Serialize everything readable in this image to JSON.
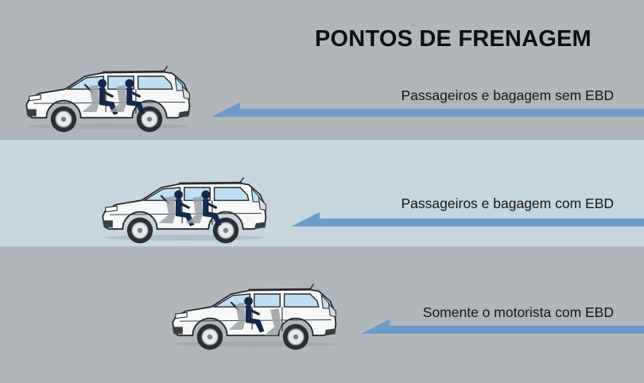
{
  "title": "PONTOS DE FRENAGEM",
  "colors": {
    "band_top": "#b1b6bb",
    "band_middle": "#c7d6dc",
    "band_bottom": "#b1b6bb",
    "arrow": "#6e9cc8",
    "car_body": "#f7f8f8",
    "car_outline": "#26292d",
    "window": "#bfe0f2",
    "occupant": "#14284a",
    "seat": "#9aa0a6"
  },
  "icons": {
    "vehicle": "suv-side-view-icon",
    "direction": "arrow-left-icon",
    "occupant": "seated-person-icon"
  },
  "scenarios": [
    {
      "label": "Passageiros e bagagem sem EBD",
      "occupants": 2
    },
    {
      "label": "Passageiros e bagagem com EBD",
      "occupants": 2
    },
    {
      "label": "Somente o motorista com EBD",
      "occupants": 1
    }
  ]
}
